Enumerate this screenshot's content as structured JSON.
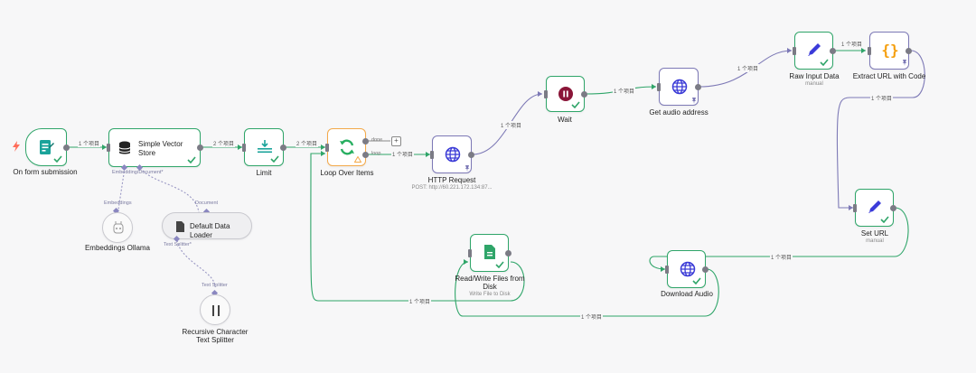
{
  "nodes": {
    "on_form_submission": {
      "label": "On form submission"
    },
    "simple_vector_store": {
      "title_line1": "Simple Vector",
      "title_line2": "Store"
    },
    "embeddings_ollama": {
      "label": "Embeddings Ollama"
    },
    "default_data_loader": {
      "label": "Default Data Loader"
    },
    "recursive_splitter": {
      "label_line1": "Recursive Character",
      "label_line2": "Text Splitter"
    },
    "limit": {
      "label": "Limit"
    },
    "loop_over_items": {
      "label": "Loop Over Items",
      "done_port": "done",
      "loop_port": "loop"
    },
    "http_request": {
      "label": "HTTP Request",
      "sub": "POST: http://60.221.172.134:87..."
    },
    "wait": {
      "label": "Wait"
    },
    "get_audio_address": {
      "label": "Get audio address"
    },
    "raw_input_data": {
      "label": "Raw Input Data",
      "sub": "manual"
    },
    "extract_url": {
      "label": "Extract URL with Code",
      "glyph": "{}"
    },
    "set_url": {
      "label": "Set URL",
      "sub": "manual"
    },
    "download_audio": {
      "label": "Download Audio"
    },
    "read_write_files": {
      "label_line1": "Read/Write Files from",
      "label_line2": "Disk",
      "sub": "Write File to Disk"
    }
  },
  "ports": {
    "embedding_document": "Embedding/Document*",
    "embeddings": "Embeddings",
    "document": "Document",
    "text_splitter_out": "Text Splitter*",
    "text_splitter_in": "Text Splitter"
  },
  "edges": {
    "e1": "1 个项目",
    "e2": "2 个项目",
    "e3": "2 个项目",
    "e4": "1 个项目",
    "e5": "1 个项目",
    "e6": "1 个项目",
    "e7": "1 个项目",
    "e8": "1 个项目",
    "e9": "1 个项目",
    "e10": "1 个项目",
    "e11": "1 个项目",
    "e12": "1 个项目"
  },
  "colors": {
    "success": "#2fa569",
    "pinned": "#7d79b6",
    "warning": "#f3a94a",
    "trigger": "#ff6d5a"
  },
  "icons": {
    "trigger": "lightning-icon",
    "form": "form-icon",
    "database": "database-icon",
    "limit": "limit-icon",
    "loop": "refresh-icon",
    "globe": "globe-icon",
    "pause": "pause-icon",
    "pencil": "pencil-icon",
    "code": "code-braces-icon",
    "file": "file-icon",
    "robot": "robot-icon",
    "split": "split-icon",
    "pin": "pin-icon"
  }
}
